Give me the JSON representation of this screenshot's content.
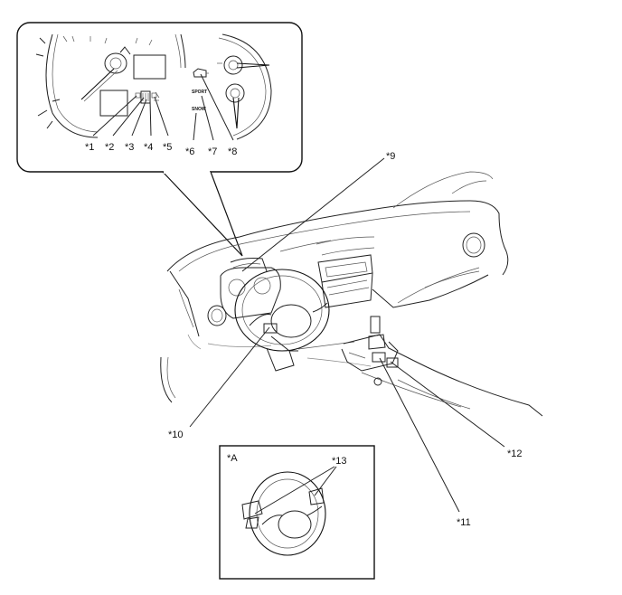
{
  "callouts": {
    "c1": "*1",
    "c2": "*2",
    "c3": "*3",
    "c4": "*4",
    "c5": "*5",
    "c6": "*6",
    "c7": "*7",
    "c8": "*8",
    "c9": "*9",
    "c10": "*10",
    "c11": "*11",
    "c12": "*12",
    "c13": "*13",
    "view_a": "*A"
  },
  "meter_text": {
    "sport": "SPORT",
    "snow": "SNOW"
  }
}
